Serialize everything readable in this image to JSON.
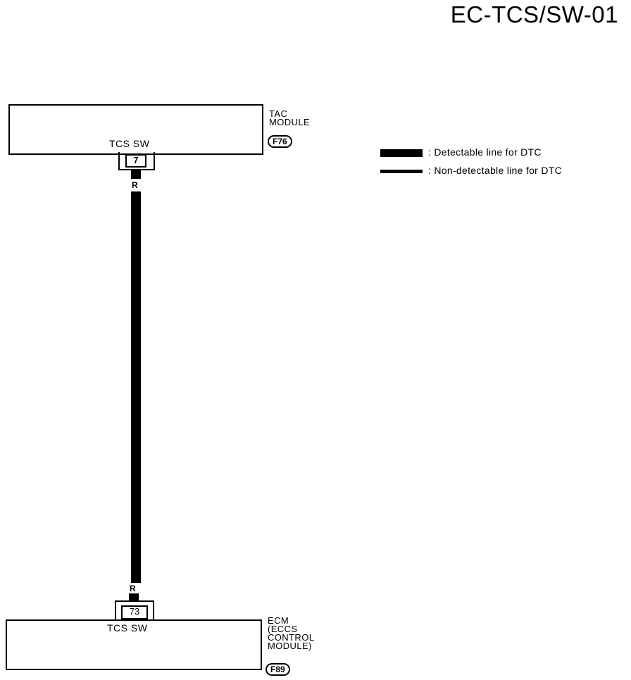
{
  "page_title": "EC-TCS/SW-01",
  "top_module": {
    "name_lines": [
      "TAC",
      "MODULE"
    ],
    "pin_label": "TCS SW",
    "connector_id": "F76",
    "pin_number": "7",
    "wire_color": "R"
  },
  "bottom_module": {
    "name_lines": [
      "ECM",
      "(ECCS",
      "CONTROL",
      "MODULE)"
    ],
    "pin_label": "TCS SW",
    "connector_id": "F89",
    "pin_number": "73",
    "wire_color": "R"
  },
  "legend": [
    {
      "style": "thick",
      "text": ": Detectable line for DTC"
    },
    {
      "style": "thin",
      "text": ": Non-detectable line for DTC"
    }
  ]
}
